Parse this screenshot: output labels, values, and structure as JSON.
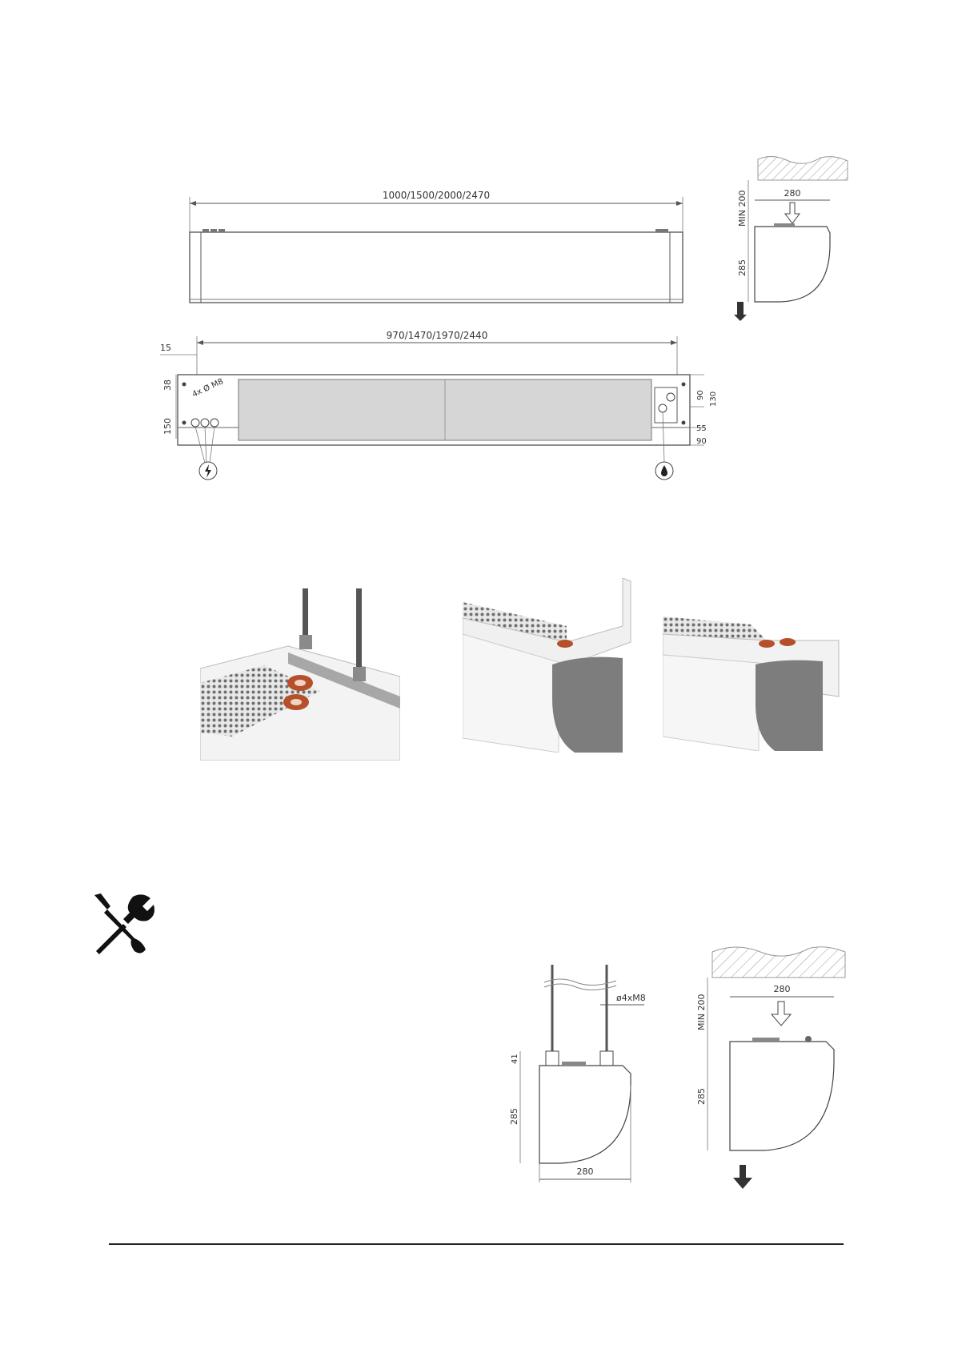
{
  "front_view": {
    "total_length": "1000/1500/2000/2470"
  },
  "side_view_top": {
    "width": "280",
    "clearance": "MIN 200",
    "height": "285"
  },
  "rear_view": {
    "mount_length": "970/1470/1970/2440",
    "left_offset": "15",
    "top_offset": "38",
    "hole_spacing": "150",
    "bolts": "4x Ø M8",
    "right_dims": [
      "90",
      "130",
      "55",
      "90"
    ]
  },
  "photos": {
    "count": 3,
    "accent": "#b5502a"
  },
  "tools_icon": "wrench-screwdriver-icon",
  "bottom_left_view": {
    "rod": "ø4xM8",
    "bracket_height": "41",
    "height": "285",
    "width": "280"
  },
  "bottom_right_view": {
    "clearance": "MIN 200",
    "width": "280",
    "height": "285"
  }
}
